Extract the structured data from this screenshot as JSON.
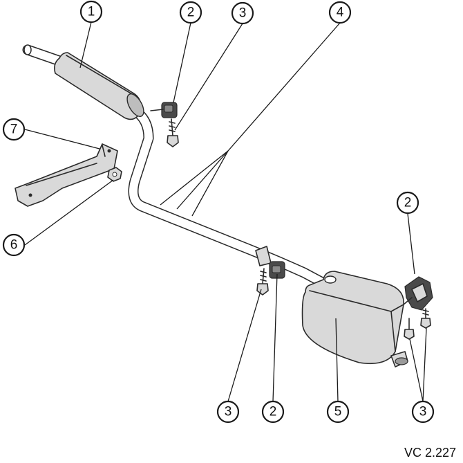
{
  "callouts": [
    {
      "id": "c1",
      "label": "1"
    },
    {
      "id": "c2a",
      "label": "2"
    },
    {
      "id": "c3a",
      "label": "3"
    },
    {
      "id": "c4",
      "label": "4"
    },
    {
      "id": "c7",
      "label": "7"
    },
    {
      "id": "c2b",
      "label": "2"
    },
    {
      "id": "c6",
      "label": "6"
    },
    {
      "id": "c3b",
      "label": "3"
    },
    {
      "id": "c2c",
      "label": "2"
    },
    {
      "id": "c5",
      "label": "5"
    },
    {
      "id": "c3c",
      "label": "3"
    }
  ],
  "figure_ref": "VC 2.227"
}
